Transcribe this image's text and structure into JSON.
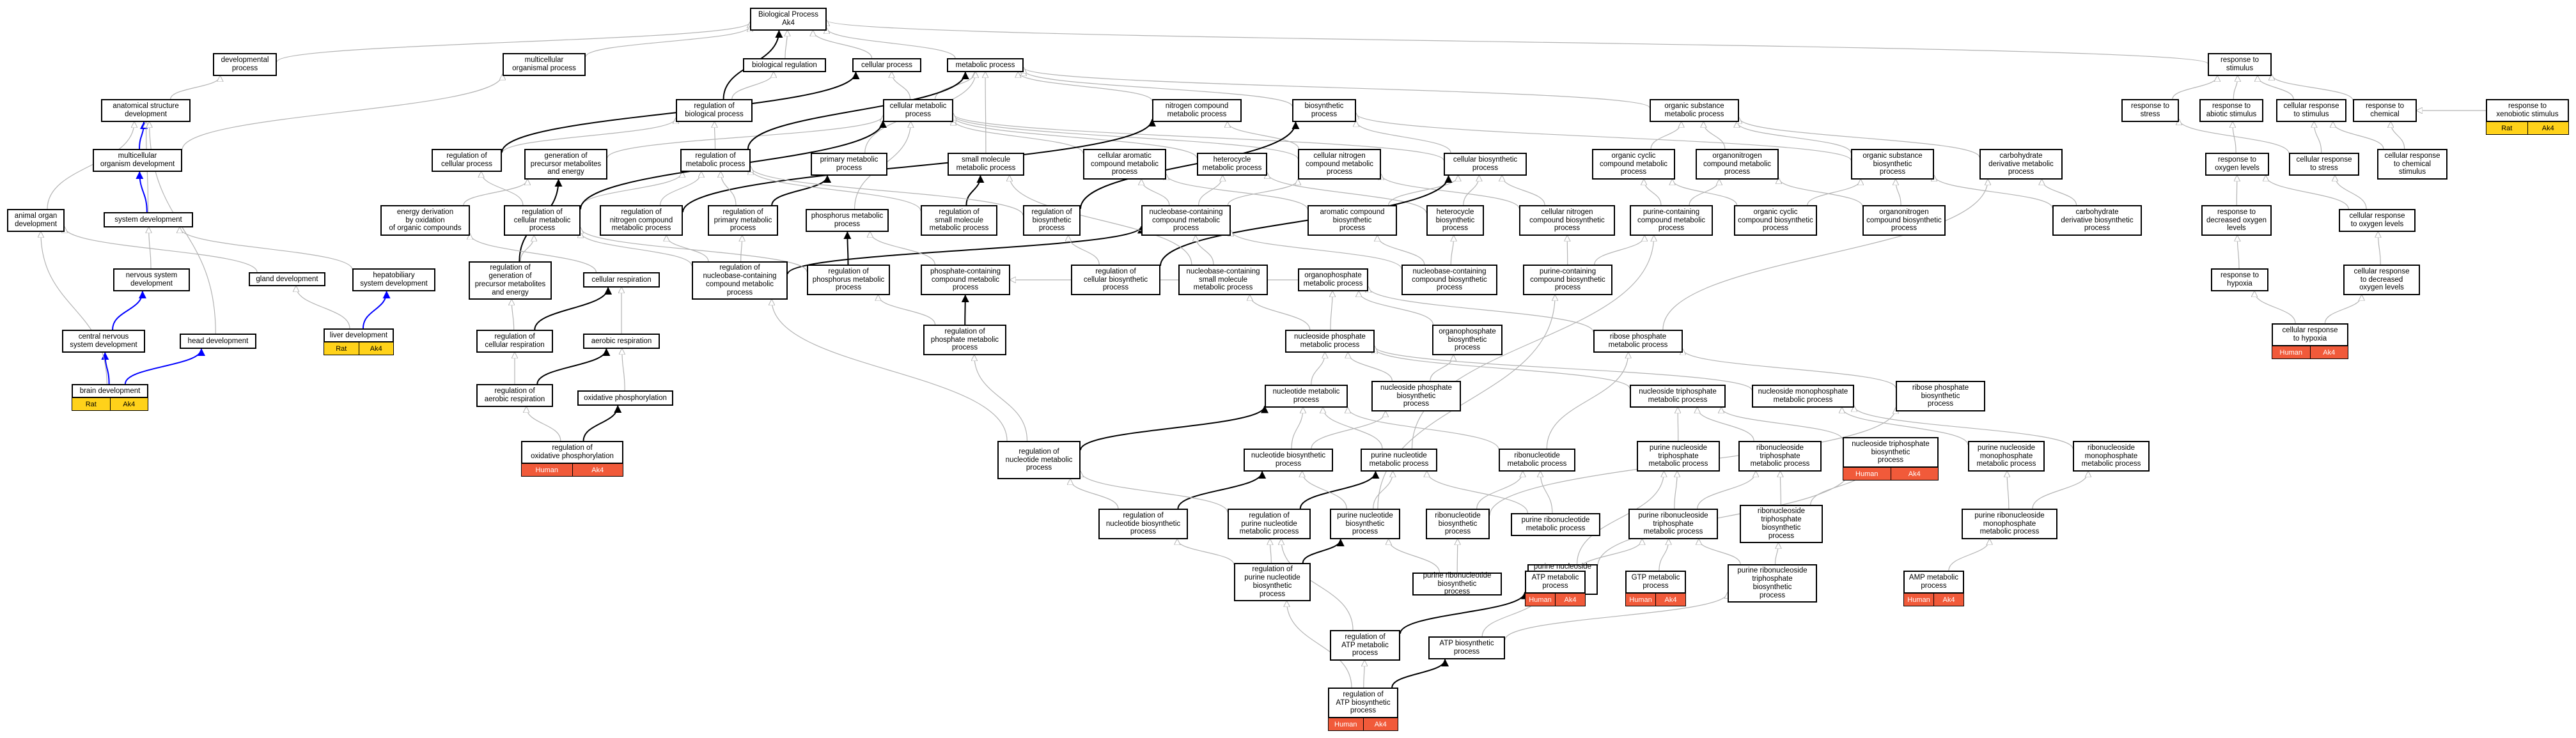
{
  "diagram": {
    "root_title": "Biological Process",
    "root_subtitle": "Ak4",
    "nodes": {
      "root": "Biological Process\nAk4",
      "dev": "developmental\nprocess",
      "multi_org": "multicellular\norganismal process",
      "bio_reg": "biological regulation",
      "cell_proc": "cellular process",
      "metab": "metabolic process",
      "resp_stim": "response to\nstimulus",
      "anat": "anatomical structure\ndevelopment",
      "reg_bio": "regulation of\nbiological process",
      "cell_metab": "cellular metabolic\nprocess",
      "nitro_metab": "nitrogen compound\nmetabolic process",
      "biosyn": "biosynthetic\nprocess",
      "org_sub": "organic substance\nmetabolic process",
      "resp_stress": "response to\nstress",
      "resp_abiotic": "response to\nabiotic stimulus",
      "cell_resp_stim": "cellular response\nto stimulus",
      "resp_chem": "response to\nchemical",
      "resp_xeno": "response to\nxenobiotic stimulus",
      "multi_org_dev": "multicellular\norganism development",
      "reg_cell": "regulation of\ncellular process",
      "gen_precursor": "generation of\nprecursor metabolites\nand energy",
      "reg_metab": "regulation of\nmetabolic process",
      "primary_metab": "primary metabolic\nprocess",
      "small_mol": "small molecule\nmetabolic process",
      "cell_arom": "cellular aromatic\ncompound metabolic\nprocess",
      "heterocycle": "heterocycle\nmetabolic process",
      "cell_nitro": "cellular nitrogen\ncompound metabolic\nprocess",
      "cell_biosyn": "cellular biosynthetic\nprocess",
      "org_cyclic": "organic cyclic\ncompound metabolic\nprocess",
      "organonitro": "organonitrogen\ncompound metabolic\nprocess",
      "org_sub_biosyn": "organic substance\nbiosynthetic\nprocess",
      "carb_deriv": "carbohydrate\nderivative metabolic\nprocess",
      "resp_oxy": "response to\noxygen levels",
      "cell_resp_stress": "cellular response\nto stress",
      "cell_resp_chem": "cellular response\nto chemical\nstimulus",
      "animal_organ": "animal organ\ndevelopment",
      "system_dev": "system development",
      "energy_deriv": "energy derivation\nby oxidation\nof organic compounds",
      "reg_cell_metab": "regulation of\ncellular metabolic\nprocess",
      "reg_nitro": "regulation of\nnitrogen compound\nmetabolic process",
      "reg_primary": "regulation of\nprimary metabolic\nprocess",
      "phos_metab": "phosphorus metabolic\nprocess",
      "reg_small": "regulation of\nsmall molecule\nmetabolic process",
      "reg_biosyn": "regulation of\nbiosynthetic\nprocess",
      "nucleobase_metab": "nucleobase-containing\ncompound metabolic\nprocess",
      "arom_biosyn": "aromatic compound\nbiosynthetic\nprocess",
      "hetero_biosyn": "heterocycle\nbiosynthetic\nprocess",
      "cell_nitro_biosyn": "cellular nitrogen\ncompound biosynthetic\nprocess",
      "purine_cont": "purine-containing\ncompound metabolic\nprocess",
      "org_cyclic_biosyn": "organic cyclic\ncompound biosynthetic\nprocess",
      "organonitro_biosyn": "organonitrogen\ncompound biosynthetic\nprocess",
      "carb_deriv_biosyn": "carbohydrate\nderivative biosynthetic\nprocess",
      "resp_dec_oxy": "response to\ndecreased oxygen\nlevels",
      "cell_resp_oxy": "cellular response\nto oxygen levels",
      "nervous_dev": "nervous system\ndevelopment",
      "gland_dev": "gland development",
      "hepato_dev": "hepatobiliary\nsystem development",
      "reg_gen_precursor": "regulation of\ngeneration of\nprecursor metabolites\nand energy",
      "cell_respiration": "cellular respiration",
      "reg_nucleobase": "regulation of\nnucleobase-containing\ncompound metabolic\nprocess",
      "reg_phos_metab": "regulation of\nphosphorus metabolic\nprocess",
      "phosphate_cont": "phosphate-containing\ncompound metabolic\nprocess",
      "reg_cell_biosyn": "regulation of\ncellular biosynthetic\nprocess",
      "nucleobase_small": "nucleobase-containing\nsmall molecule\nmetabolic process",
      "organophos_metab": "organophosphate\nmetabolic process",
      "nucleobase_biosyn": "nucleobase-containing\ncompound biosynthetic\nprocess",
      "purine_biosyn": "purine-containing\ncompound biosynthetic\nprocess",
      "resp_hypoxia": "response to\nhypoxia",
      "cell_resp_dec_oxy": "cellular response\nto decreased\noxygen levels",
      "cns_dev": "central nervous\nsystem development",
      "head_dev": "head development",
      "liver_dev": "liver development",
      "reg_cell_resp": "regulation of\ncellular respiration",
      "aerobic_resp": "aerobic respiration",
      "reg_phosphate": "regulation of\nphosphate metabolic\nprocess",
      "nucleoside_phos": "nucleoside phosphate\nmetabolic process",
      "organophos_biosyn": "organophosphate\nbiosynthetic\nprocess",
      "ribose_phos": "ribose phosphate\nmetabolic process",
      "cell_resp_hypoxia": "cellular response\nto hypoxia",
      "brain_dev": "brain development",
      "reg_aerobic": "regulation of\naerobic respiration",
      "ox_phos": "oxidative phosphorylation",
      "nucleotide_metab": "nucleotide metabolic\nprocess",
      "nucleoside_phos_biosyn": "nucleoside phosphate\nbiosynthetic\nprocess",
      "nucleoside_tri": "nucleoside triphosphate\nmetabolic process",
      "nucleoside_mono": "nucleoside monophosphate\nmetabolic process",
      "ribose_phos_biosyn": "ribose phosphate\nbiosynthetic\nprocess",
      "reg_ox_phos": "regulation of\noxidative phosphorylation",
      "reg_nucleotide": "regulation of\nnucleotide metabolic\nprocess",
      "nucleotide_biosyn": "nucleotide biosynthetic\nprocess",
      "purine_nucleotide": "purine nucleotide\nmetabolic process",
      "ribonucleotide": "ribonucleotide\nmetabolic process",
      "purine_nucleoside_tri": "purine nucleoside\ntriphosphate\nmetabolic process",
      "ribonucleoside_tri": "ribonucleoside\ntriphosphate\nmetabolic process",
      "nucleoside_tri_biosyn": "nucleoside triphosphate\nbiosynthetic\nprocess",
      "purine_nucleoside_mono": "purine nucleoside\nmonophosphate\nmetabolic process",
      "ribonucleoside_mono": "ribonucleoside\nmonophosphate\nmetabolic process",
      "reg_nucleotide_biosyn": "regulation of\nnucleotide biosynthetic\nprocess",
      "reg_purine_nucleotide": "regulation of\npurine nucleotide\nmetabolic process",
      "purine_nucleotide_biosyn": "purine nucleotide\nbiosynthetic\nprocess",
      "ribonucleotide_biosyn": "ribonucleotide\nbiosynthetic\nprocess",
      "purine_ribonucleotide": "purine ribonucleotide\nmetabolic process",
      "purine_ribo_tri": "purine ribonucleoside\ntriphosphate\nmetabolic process",
      "ribo_tri_biosyn": "ribonucleoside\ntriphosphate\nbiosynthetic\nprocess",
      "purine_ribo_mono": "purine ribonucleoside\nmonophosphate\nmetabolic process",
      "reg_purine_biosyn": "regulation of\npurine nucleotide\nbiosynthetic\nprocess",
      "purine_ribonucleotide_biosyn": "purine ribonucleotide\nbiosynthetic\nprocess",
      "purine_nucleoside_tri_biosyn": "purine nucleoside\ntriphosphate\nbiosynthetic\nprocess",
      "purine_ribo_tri_biosyn": "purine ribonucleoside\ntriphosphate\nbiosynthetic\nprocess",
      "atp_metab": "ATP metabolic\nprocess",
      "gtp_metab": "GTP metabolic\nprocess",
      "amp_metab": "AMP metabolic\nprocess",
      "reg_atp_metab": "regulation of\nATP metabolic\nprocess",
      "atp_biosyn": "ATP biosynthetic\nprocess",
      "reg_atp_biosyn": "regulation of\nATP biosynthetic\nprocess"
    },
    "annotations": {
      "species_human": "Human",
      "species_rat": "Rat",
      "gene": "Ak4"
    },
    "colors": {
      "human_tag": "#f15a3a",
      "rat_tag": "#ffd21a",
      "is_a_edge": "#b3b3b3",
      "regulates_edge": "#000000",
      "part_of_edge": "#0000ff"
    }
  }
}
